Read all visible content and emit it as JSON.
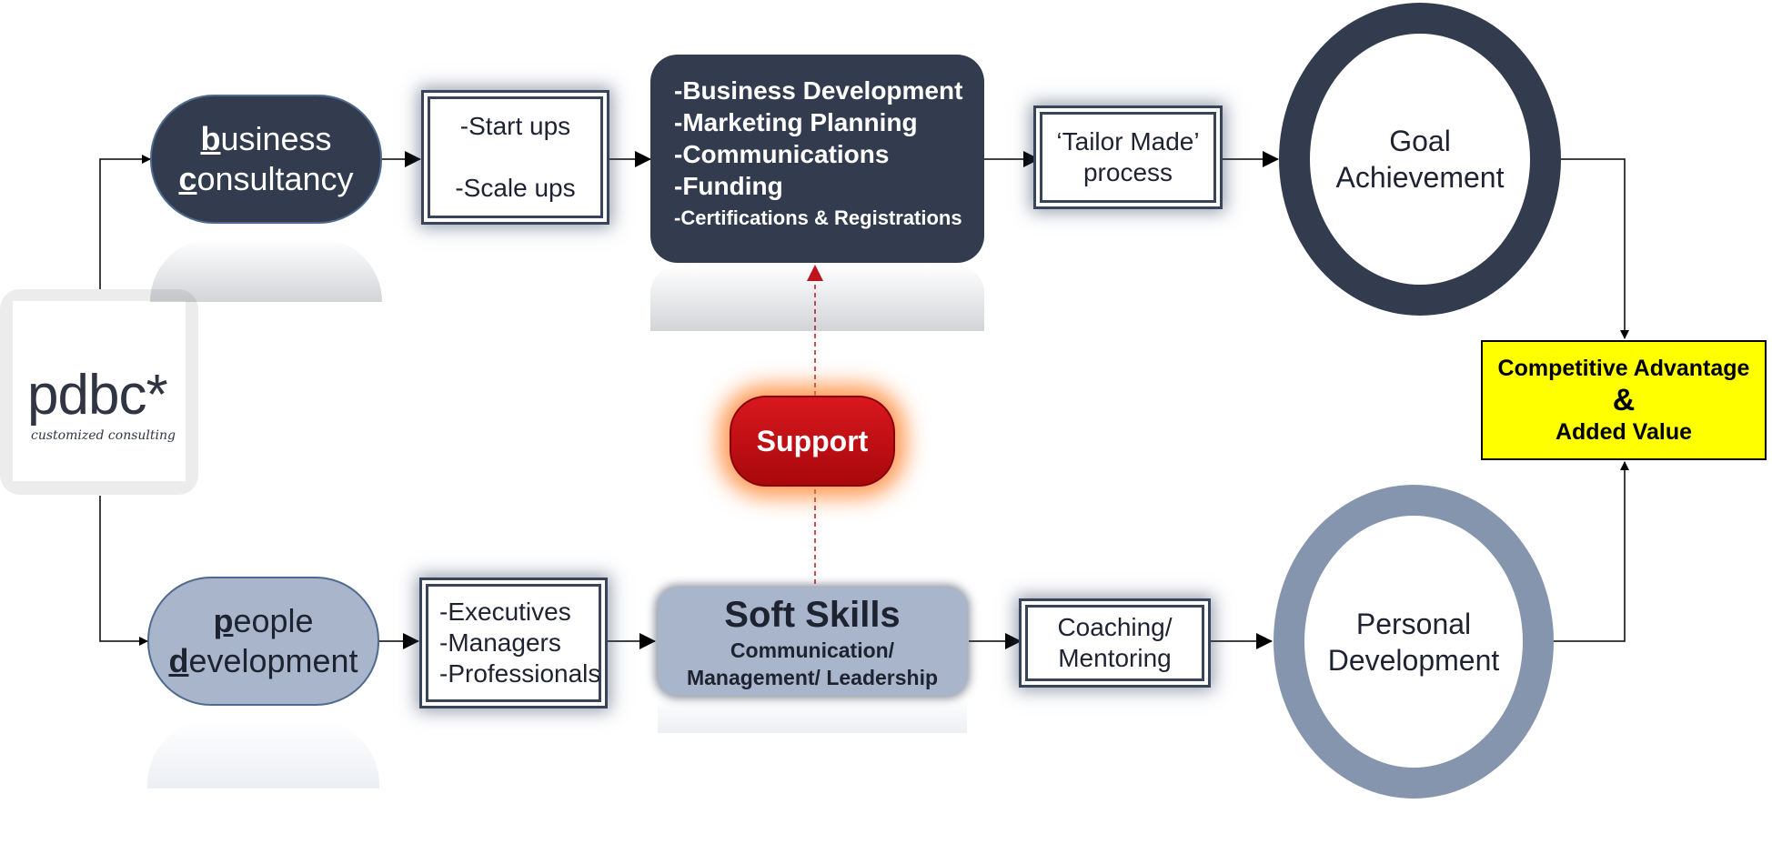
{
  "logo": {
    "main": "pdbc*",
    "tagline": "customized consulting"
  },
  "business": {
    "initial1": "b",
    "rest1": "usiness",
    "initial2": "c",
    "rest2": "onsultancy"
  },
  "people": {
    "initial1": "p",
    "rest1": "eople",
    "initial2": "d",
    "rest2": "evelopment"
  },
  "stages": {
    "line1": "-Start ups",
    "line2": "-Scale ups"
  },
  "audience": {
    "line1": "-Executives",
    "line2": "-Managers",
    "line3": "-Professionals"
  },
  "services": [
    "-Business Development",
    "-Marketing Planning",
    "-Communications",
    "-Funding",
    "-Certifications & Registrations"
  ],
  "soft_skills": {
    "title": "Soft Skills",
    "line1": "Communication/",
    "line2": "Management/ Leadership"
  },
  "support": "Support",
  "tailor": {
    "line1": "‘Tailor Made’",
    "line2": "process"
  },
  "coaching": {
    "line1": "Coaching/",
    "line2": "Mentoring"
  },
  "goal": {
    "line1": "Goal",
    "line2": "Achievement"
  },
  "personal": {
    "line1": "Personal",
    "line2": "Development"
  },
  "result": {
    "line1": "Competitive Advantage",
    "line2": "&",
    "line3": "Added Value"
  },
  "colors": {
    "dark_navy": "#323c4e",
    "light_steel": "#a9b5ca",
    "ring_grey": "#8595ae",
    "support_red": "#c4101a",
    "result_yellow": "#ffff00"
  }
}
